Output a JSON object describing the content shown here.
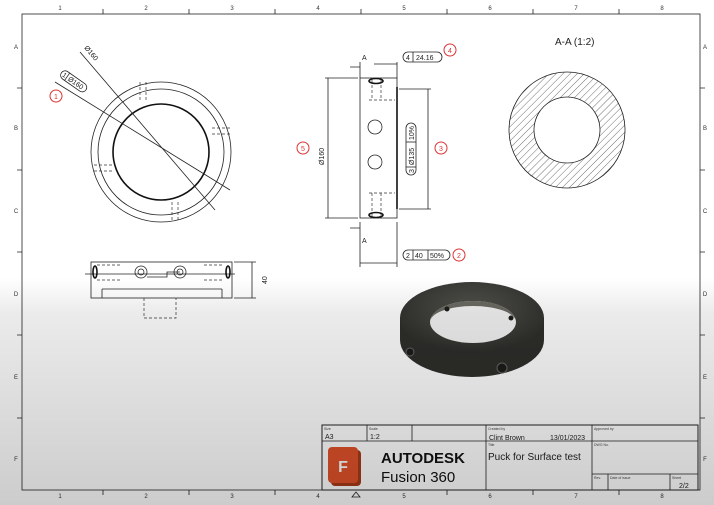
{
  "zones": {
    "columns": [
      "1",
      "2",
      "3",
      "4",
      "5",
      "6",
      "7",
      "8"
    ],
    "rows": [
      "A",
      "B",
      "C",
      "D",
      "E",
      "F"
    ]
  },
  "section_view": {
    "label": "A-A (1:2)"
  },
  "section_marker": "A",
  "dimensions": {
    "top_view_dia": "Ø160",
    "callout1": {
      "index": "1",
      "value": "Ø160"
    },
    "front_height": "Ø160",
    "callout2": {
      "index": "2",
      "value": "40",
      "tolerance": "50%"
    },
    "callout3": {
      "index": "3",
      "value": "Ø135",
      "tolerance": "10%"
    },
    "callout4": {
      "index": "4",
      "value": "24.16"
    },
    "side_height": "40"
  },
  "balloons": [
    "1",
    "2",
    "3",
    "4",
    "5"
  ],
  "title_block": {
    "size_label": "Size",
    "size": "A3",
    "scale_label": "Scale",
    "scale": "1:2",
    "created_by_label": "Created by",
    "created_by": "Clint Brown",
    "date": "13/01/2023",
    "approved_by_label": "Approved by",
    "title_label": "Title",
    "title": "Puck for Surface test",
    "dwg_no_label": "DWG No.",
    "rev_label": "Rev.",
    "date_of_issue_label": "Date of issue",
    "sheet_label": "Sheet",
    "sheet": "2/2",
    "brand_line1": "AUTODESK",
    "brand_line2": "Fusion 360",
    "logo_letter": "F"
  },
  "colors": {
    "balloon": "#dd3333",
    "logo": "#e0522a",
    "part": "#3a3a36"
  }
}
